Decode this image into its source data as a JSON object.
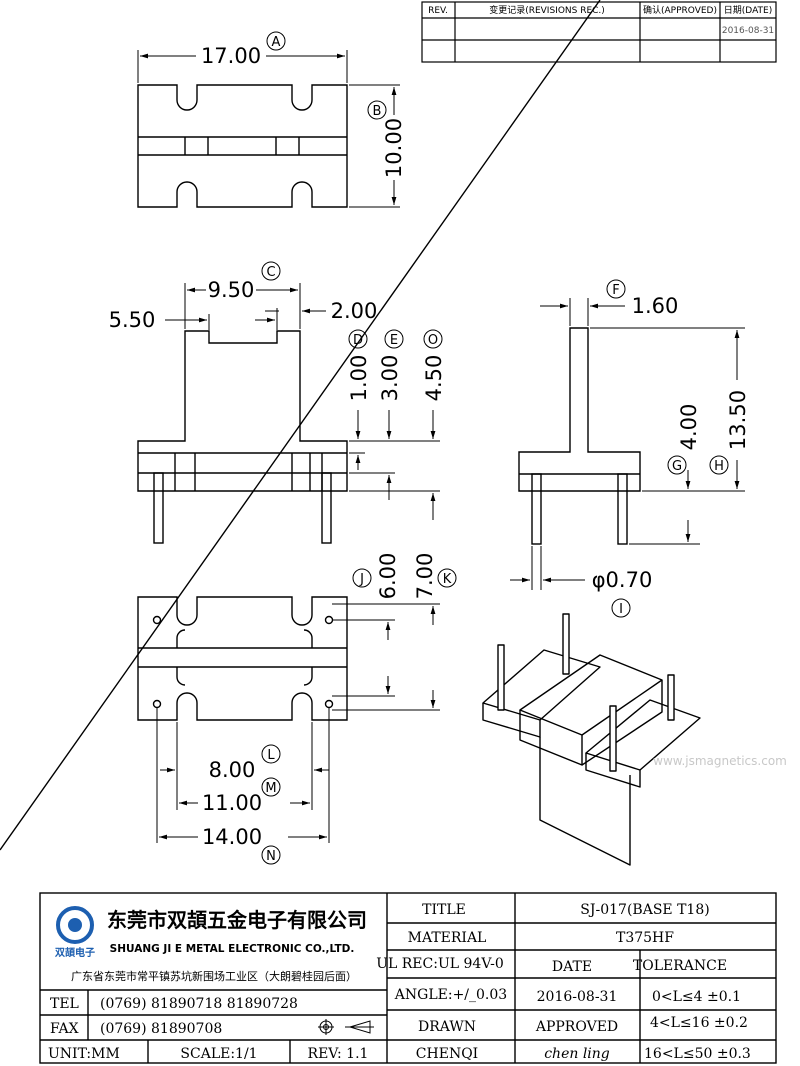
{
  "revision_table": {
    "headers": [
      "REV.",
      "变更记录(REVISIONS REC.)",
      "确认(APPROVED)",
      "日期(DATE)"
    ],
    "date_value": "2016-08-31"
  },
  "dimensions": {
    "A": {
      "letter": "A",
      "value": "17.00"
    },
    "B": {
      "letter": "B",
      "value": "10.00"
    },
    "C": {
      "letter": "C",
      "value": "9.50"
    },
    "c_left": {
      "value": "5.50"
    },
    "c_right": {
      "value": "2.00"
    },
    "D": {
      "letter": "D",
      "value": "1.00"
    },
    "E": {
      "letter": "E",
      "value": "3.00"
    },
    "O": {
      "letter": "O",
      "value": "4.50"
    },
    "F": {
      "letter": "F",
      "value": "1.60"
    },
    "G": {
      "letter": "G",
      "value": "4.00"
    },
    "H": {
      "letter": "H",
      "value": "13.50"
    },
    "I": {
      "letter": "I",
      "value": "φ0.70"
    },
    "J": {
      "letter": "J",
      "value": "6.00"
    },
    "K": {
      "letter": "K",
      "value": "7.00"
    },
    "L": {
      "letter": "L",
      "value": "8.00"
    },
    "M": {
      "letter": "M",
      "value": "11.00"
    },
    "N": {
      "letter": "N",
      "value": "14.00"
    }
  },
  "watermark": "www.jsmagnetics.com",
  "company": {
    "name_cn": "东莞市双頡五金电子有限公司",
    "name_en": "SHUANG JI E METAL ELECTRONIC CO.,LTD.",
    "logo_text": "双頡电子",
    "address": "广东省东莞市常平镇苏坑新围场工业区（大朗碧桂园后面）",
    "tel_label": "TEL",
    "tel_value": "(0769)  81890718  81890728",
    "fax_label": "FAX",
    "fax_value": "(0769)  81890708",
    "unit": "UNIT:MM",
    "scale": "SCALE:1/1",
    "rev": "REV: 1.1"
  },
  "title_block": {
    "title_label": "TITLE",
    "title_value": "SJ-017(BASE   T18)",
    "material_label": "MATERIAL",
    "material_value": "T375HF",
    "ul_rec": "UL REC:UL 94V-0",
    "date_label": "DATE",
    "tolerance_label": "TOLERANCE",
    "angle": "ANGLE:+/_0.03",
    "date_value": "2016-08-31",
    "tol_1": "0<L≤4   ±0.1",
    "drawn_label": "DRAWN",
    "approved_label": "APPROVED",
    "tol_2": "4<L≤16  ±0.2",
    "drawn_value": "CHENQI",
    "approved_value": "chen ling",
    "tol_3": "16<L≤50  ±0.3"
  }
}
